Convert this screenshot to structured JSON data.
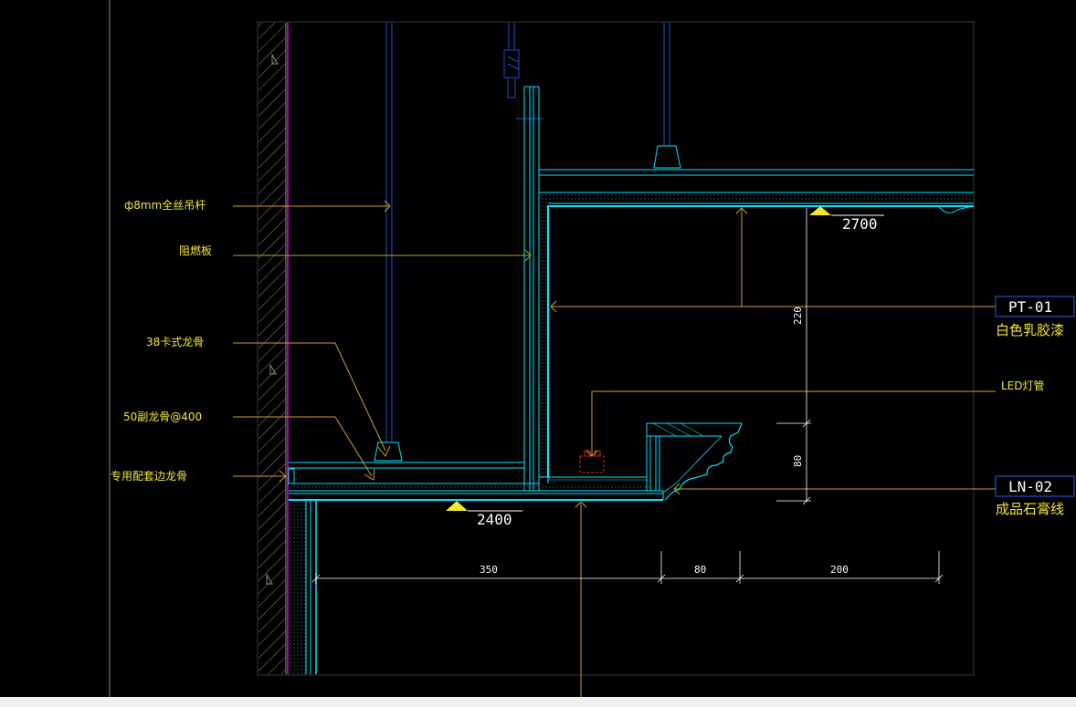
{
  "drawing": {
    "labels": {
      "rod": "ф8mm全丝吊杆",
      "plate": "阻燃板",
      "keel38": "38卡式龙骨",
      "keel50": "50副龙骨@400",
      "edge_keel": "专用配套边龙骨",
      "led": "LED灯管"
    },
    "levels": {
      "upper": "2700",
      "lower": "2400"
    },
    "dimensions": {
      "h_350": "350",
      "h_80": "80",
      "h_200": "200",
      "v_220": "220",
      "v_80": "80"
    },
    "tags": {
      "pt_code": "PT-01",
      "pt_desc": "白色乳胶漆",
      "ln_code": "LN-02",
      "ln_desc": "成品石膏线"
    }
  },
  "colors": {
    "background": "#000000",
    "cyan": "#00e5ff",
    "gold": "#c8a030",
    "yellow": "#f2e830",
    "magenta": "#e000e0",
    "blue": "#2050c8",
    "gray": "#8a8a8a",
    "red": "#e02020"
  }
}
